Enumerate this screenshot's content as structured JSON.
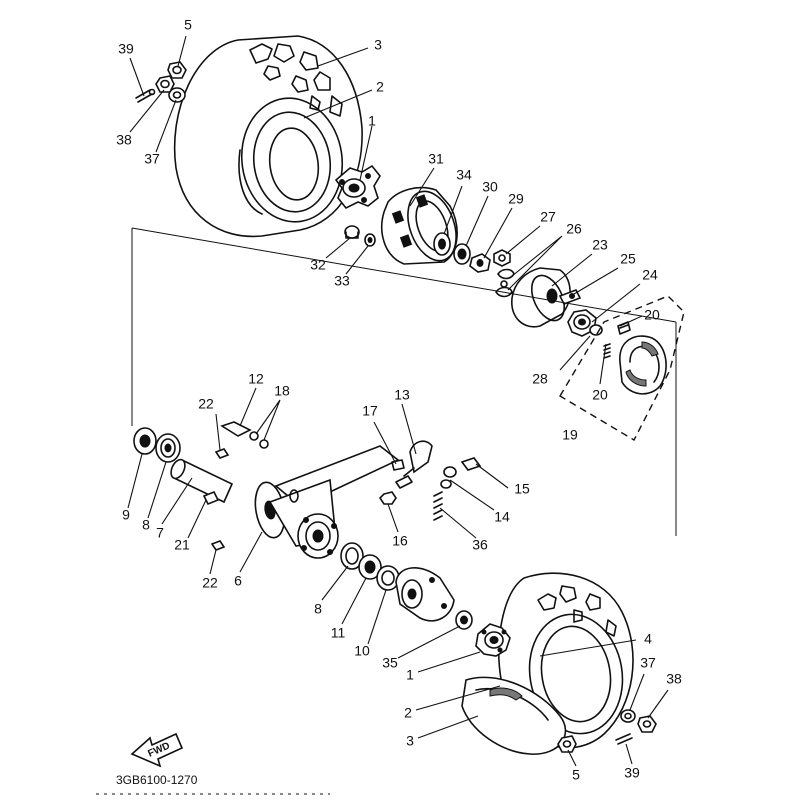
{
  "diagram": {
    "drawing_code": "3GB6100-1270",
    "direction_label": "FWD",
    "callouts": [
      {
        "id": "c39a",
        "label": "39"
      },
      {
        "id": "c5a",
        "label": "5"
      },
      {
        "id": "c3a",
        "label": "3"
      },
      {
        "id": "c2a",
        "label": "2"
      },
      {
        "id": "c38a",
        "label": "38"
      },
      {
        "id": "c37a",
        "label": "37"
      },
      {
        "id": "c1a",
        "label": "1"
      },
      {
        "id": "c31",
        "label": "31"
      },
      {
        "id": "c34",
        "label": "34"
      },
      {
        "id": "c30",
        "label": "30"
      },
      {
        "id": "c29",
        "label": "29"
      },
      {
        "id": "c27",
        "label": "27"
      },
      {
        "id": "c26",
        "label": "26"
      },
      {
        "id": "c23",
        "label": "23"
      },
      {
        "id": "c25",
        "label": "25"
      },
      {
        "id": "c24",
        "label": "24"
      },
      {
        "id": "c32",
        "label": "32"
      },
      {
        "id": "c33",
        "label": "33"
      },
      {
        "id": "c20a",
        "label": "20"
      },
      {
        "id": "c20b",
        "label": "20"
      },
      {
        "id": "c28",
        "label": "28"
      },
      {
        "id": "c19",
        "label": "19"
      },
      {
        "id": "c12",
        "label": "12"
      },
      {
        "id": "c18",
        "label": "18"
      },
      {
        "id": "c22a",
        "label": "22"
      },
      {
        "id": "c13",
        "label": "13"
      },
      {
        "id": "c17",
        "label": "17"
      },
      {
        "id": "c15",
        "label": "15"
      },
      {
        "id": "c14",
        "label": "14"
      },
      {
        "id": "c16",
        "label": "16"
      },
      {
        "id": "c36",
        "label": "36"
      },
      {
        "id": "c9",
        "label": "9"
      },
      {
        "id": "c8a",
        "label": "8"
      },
      {
        "id": "c7",
        "label": "7"
      },
      {
        "id": "c21",
        "label": "21"
      },
      {
        "id": "c22b",
        "label": "22"
      },
      {
        "id": "c6",
        "label": "6"
      },
      {
        "id": "c8b",
        "label": "8"
      },
      {
        "id": "c11",
        "label": "11"
      },
      {
        "id": "c10",
        "label": "10"
      },
      {
        "id": "c35",
        "label": "35"
      },
      {
        "id": "c4",
        "label": "4"
      },
      {
        "id": "c1b",
        "label": "1"
      },
      {
        "id": "c37b",
        "label": "37"
      },
      {
        "id": "c38b",
        "label": "38"
      },
      {
        "id": "c2b",
        "label": "2"
      },
      {
        "id": "c3b",
        "label": "3"
      },
      {
        "id": "c5b",
        "label": "5"
      },
      {
        "id": "c39b",
        "label": "39"
      }
    ]
  }
}
